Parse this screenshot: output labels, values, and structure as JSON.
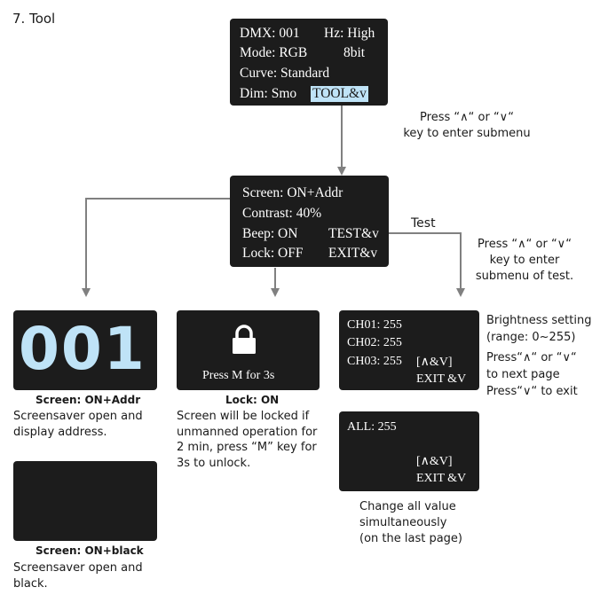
{
  "heading": "7. Tool",
  "main_screen": {
    "dmx": "DMX: 001",
    "hz": "Hz: High",
    "mode": "Mode: RGB",
    "bit": "8bit",
    "curve": "Curve: Standard",
    "dim": "Dim: Smo",
    "tool": "TOOL&v"
  },
  "enter_note": [
    "Press “∧“ or “∨“",
    "key to enter submenu"
  ],
  "tool_menu": {
    "screen": "Screen: ON+Addr",
    "contrast": "Contrast: 40%",
    "beep": "Beep: ON",
    "test": "TEST&v",
    "lock": "Lock: OFF",
    "exit": "EXIT&v"
  },
  "test_label": "Test",
  "test_note": [
    "Press “∧“ or “∨“",
    "key to enter",
    "submenu of test."
  ],
  "addr_screen": {
    "value": "001",
    "caption_title": "Screen: ON+Addr",
    "caption": [
      "Screensaver open and",
      "display address."
    ]
  },
  "black_screen": {
    "caption_title": "Screen: ON+black",
    "caption": [
      "Screensaver open and",
      "black."
    ]
  },
  "lock_screen": {
    "press": "Press  M  for  3s",
    "caption_title_a": "Lock",
    "caption_title_b": ": ON",
    "caption": [
      "Screen will be locked if",
      "unmanned operation for",
      "2 min, press “M” key for",
      "3s to unlock."
    ]
  },
  "channel_screen": {
    "ch1": "CH01: 255",
    "ch2": "CH02: 255",
    "ch3": "CH03: 255",
    "nav": "[∧&V]",
    "exit": "EXIT &V"
  },
  "channel_note": [
    "Brightness setting",
    "(range: 0~255)",
    "Press“∧“ or “∨“",
    "to next page",
    "Press“∨“ to exit"
  ],
  "all_screen": {
    "all": "ALL: 255",
    "nav": "[∧&V]",
    "exit": "EXIT &V"
  },
  "all_note": [
    "Change all value",
    "simultaneously",
    "(on the last page)"
  ],
  "colors": {
    "screen_bg": "#1c1c1c",
    "highlight": "#bfe3f7",
    "arrow": "#808080"
  }
}
